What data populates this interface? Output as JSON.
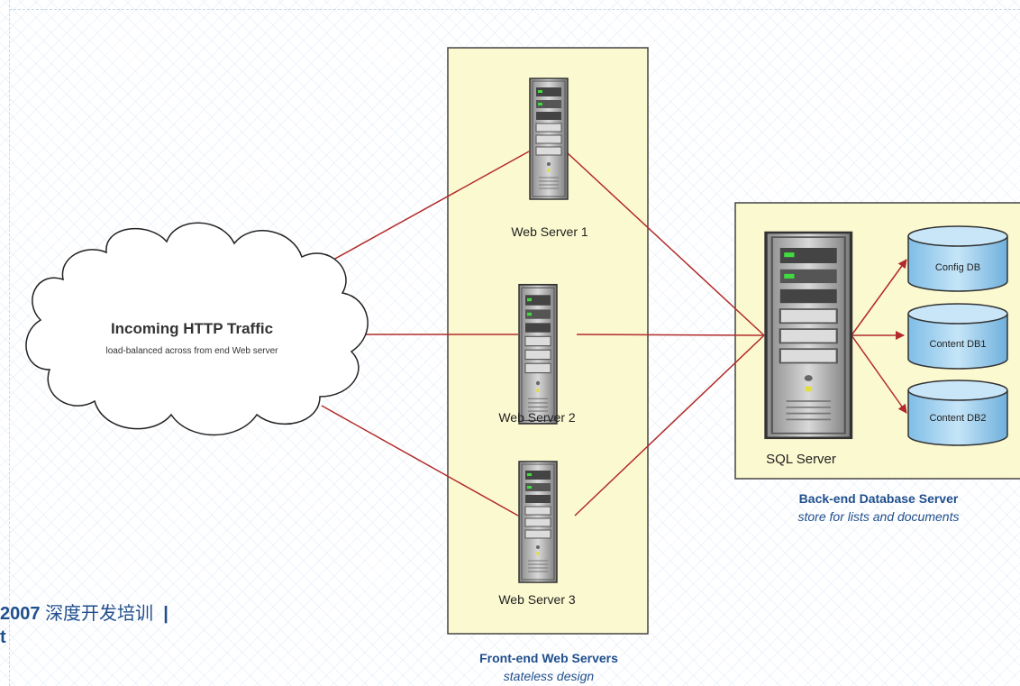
{
  "diagram": {
    "cloud": {
      "title": "Incoming HTTP Traffic",
      "subtitle": "load-balanced across from end Web server"
    },
    "web_servers": [
      {
        "label": "Web Server 1"
      },
      {
        "label": "Web Server 2"
      },
      {
        "label": "Web Server 3"
      }
    ],
    "front_end_group": {
      "title": "Front-end Web Servers",
      "subtitle": "stateless design"
    },
    "sql_server": {
      "label": "SQL Server"
    },
    "databases": [
      {
        "label": "Config DB"
      },
      {
        "label": "Content DB1"
      },
      {
        "label": "Content DB2"
      }
    ],
    "back_end_group": {
      "title": "Back-end Database Server",
      "subtitle": "store for lists and documents"
    }
  },
  "footer": {
    "year": "2007",
    "text": "深度开发培训",
    "separator": "|",
    "line2": "t"
  },
  "colors": {
    "connector": "#b22a2a",
    "panel_fill": "#fbf9d0",
    "db_fill": "#a8d4f0",
    "label_blue": "#1f4e8c"
  }
}
